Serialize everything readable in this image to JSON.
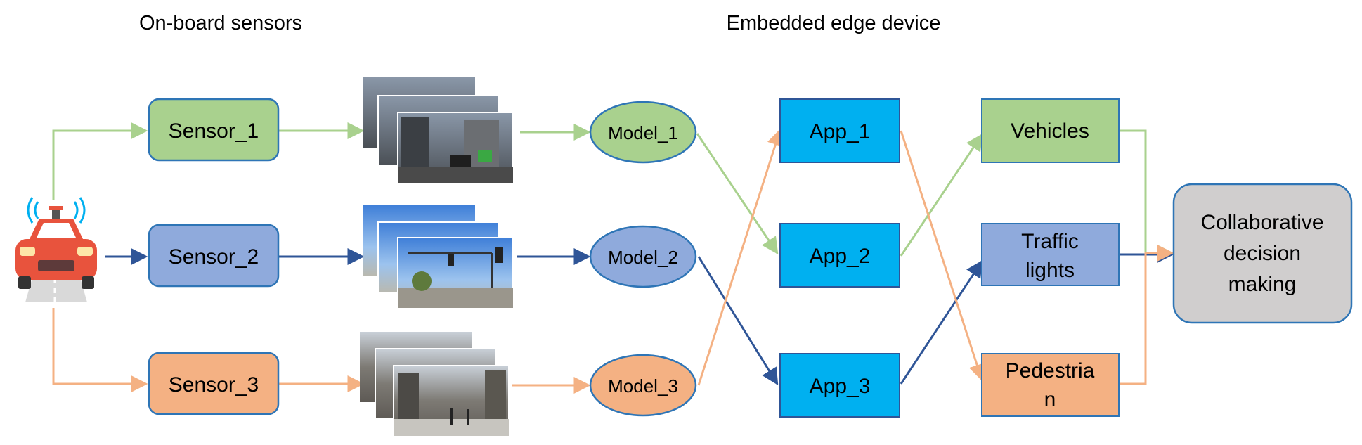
{
  "headings": {
    "left": "On-board sensors",
    "center": "Embedded edge device"
  },
  "colors": {
    "green_fill": "#a9d18e",
    "green_stroke": "#70ad47",
    "green_line": "#a9d18e",
    "blue_fill": "#8faadc",
    "blue_stroke": "#2f5597",
    "blue_line": "#2f5597",
    "orange_fill": "#f4b183",
    "orange_stroke": "#ed7d31",
    "orange_line": "#f4b183",
    "app_fill": "#00b0f0",
    "app_stroke": "#2f5597",
    "decision_fill": "#d0cece",
    "decision_stroke": "#2e75b6",
    "border_blue": "#2e75b6"
  },
  "sensors": [
    "Sensor_1",
    "Sensor_2",
    "Sensor_3"
  ],
  "models": [
    "Model_1",
    "Model_2",
    "Model_3"
  ],
  "apps": [
    "App_1",
    "App_2",
    "App_3"
  ],
  "outputs": {
    "vehicles": [
      "Vehicles"
    ],
    "traffic": [
      "Traffic",
      "lights"
    ],
    "pedestrian": [
      "Pedestria",
      "n"
    ]
  },
  "decision": [
    "Collaborative",
    "decision",
    "making"
  ],
  "icons": {
    "vehicle": "autonomous-car-icon",
    "image_stack": "camera-frame-stack-icon"
  }
}
